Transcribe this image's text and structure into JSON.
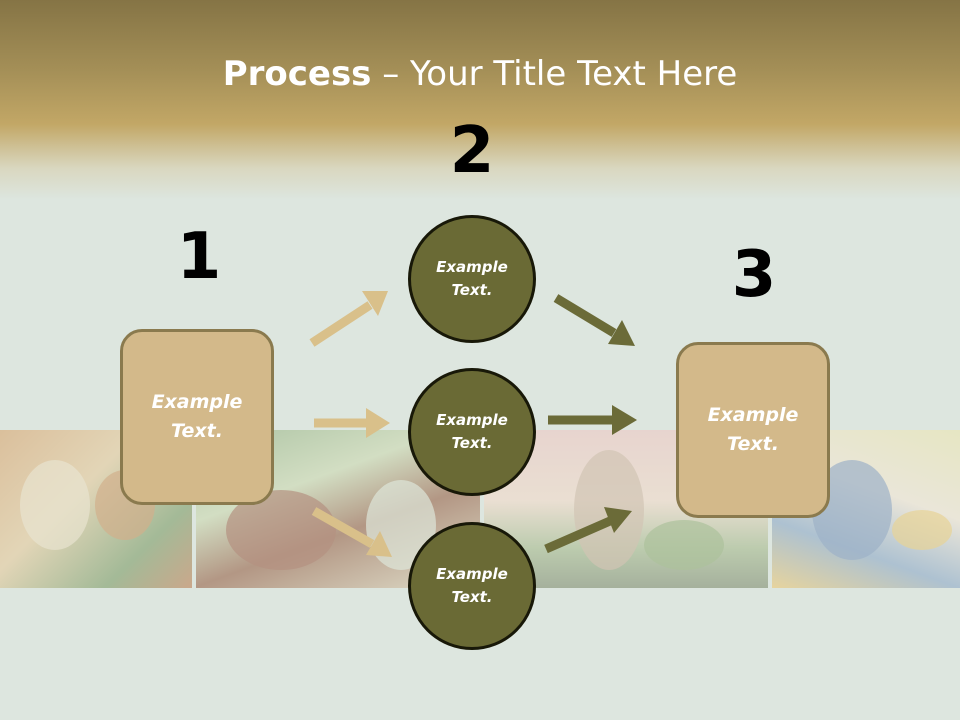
{
  "slide": {
    "title_bold": "Process",
    "title_rest": " – Your Title Text Here"
  },
  "steps": {
    "one": "1",
    "two": "2",
    "three": "3"
  },
  "left_box": {
    "text": "Example Text."
  },
  "right_box": {
    "text": "Example Text."
  },
  "circles": [
    {
      "text": "Example Text."
    },
    {
      "text": "Example Text."
    },
    {
      "text": "Example Text."
    }
  ],
  "colors": {
    "header_top": "#857445",
    "header_gold": "#c2a766",
    "background": "#dde6df",
    "box_fill": "#d3b98a",
    "box_border": "#8a7a4e",
    "circle_fill": "#6a6a35",
    "circle_border": "#181808",
    "arrow_tan": "#d9c08a",
    "arrow_olive": "#6b6b38"
  }
}
